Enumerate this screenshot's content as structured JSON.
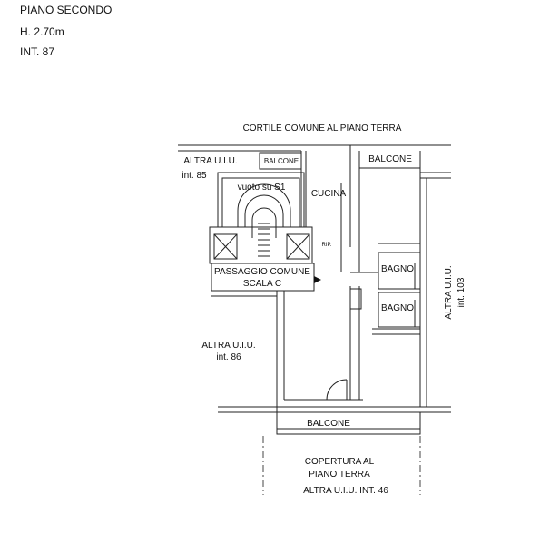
{
  "header": {
    "floor": "PIANO SECONDO",
    "height": "H. 2.70m",
    "unit": "INT. 87"
  },
  "labels": {
    "courtyard": "CORTILE COMUNE AL PIANO TERRA",
    "other_85_line1": "ALTRA U.I.U.",
    "other_85_line2": "int. 85",
    "balcone_small": "BALCONE",
    "balcone_top_right": "BALCONE",
    "void": "vuoto su S1",
    "kitchen": "CUCINA",
    "passage_line1": "PASSAGGIO COMUNE",
    "passage_line2": "SCALA C",
    "bath_1": "BAGNO",
    "bath_2": "BAGNO",
    "other_103_line1": "ALTRA U.I.U.",
    "other_103_line2": "int. 103",
    "other_86_line1": "ALTRA U.I.U.",
    "other_86_line2": "int. 86",
    "balcone_bottom": "BALCONE",
    "roof_line1": "COPERTURA AL",
    "roof_line2": "PIANO TERRA",
    "roof_line3": "ALTRA U.I.U. INT. 46",
    "rip": "RIP."
  }
}
